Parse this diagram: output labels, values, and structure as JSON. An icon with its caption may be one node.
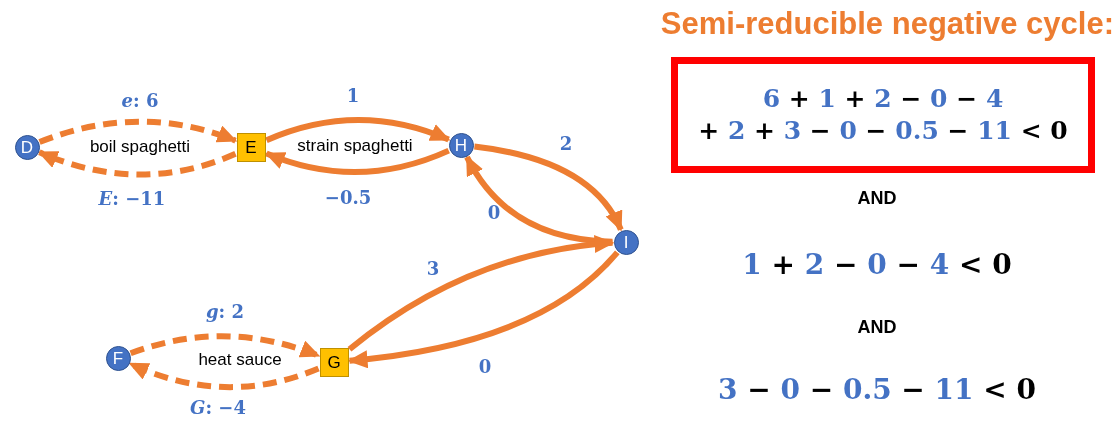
{
  "diagram": {
    "title": "Semi-reducible negative cycle:",
    "nodes": [
      {
        "text": [
          "D"
        ]
      },
      {
        "text": [
          "E"
        ]
      },
      {
        "text": [
          "H"
        ]
      },
      {
        "text": [
          "I"
        ]
      },
      {
        "text": [
          "F"
        ]
      },
      {
        "text": [
          "G"
        ]
      },
      {
        "text": [
          "6 + 1 + 2 − 0 − 4 + 2 + 3 − 0 − 0.5 − 11 < 0"
        ]
      }
    ],
    "edges": [
      {
        "from": 0,
        "to": 1,
        "arrow": "to",
        "style": "dashed",
        "label": "*e*: 6"
      },
      {
        "from": 1,
        "to": 0,
        "arrow": "to",
        "style": "dashed",
        "label": "*E*: −11"
      },
      {
        "from": 1,
        "to": 2,
        "arrow": "to",
        "label": "1"
      },
      {
        "from": 2,
        "to": 1,
        "arrow": "to",
        "label": "−0.5"
      },
      {
        "from": 2,
        "to": 3,
        "arrow": "to",
        "label": "2"
      },
      {
        "from": 3,
        "to": 2,
        "arrow": "to",
        "label": "0"
      },
      {
        "from": 5,
        "to": 3,
        "arrow": "to",
        "label": "3"
      },
      {
        "from": 3,
        "to": 5,
        "arrow": "to",
        "label": "0"
      },
      {
        "from": 4,
        "to": 5,
        "arrow": "to",
        "style": "dashed",
        "label": "*g*: 2"
      },
      {
        "from": 5,
        "to": 4,
        "arrow": "to",
        "style": "dashed",
        "label": "*G*: −4"
      }
    ],
    "labels": [
      "boil spaghetti",
      "strain spaghetti",
      "heat sauce",
      "AND",
      "1 + 2 − 0 − 4 < 0",
      "AND",
      "3 − 0 − 0.5 − 11 < 0"
    ]
  }
}
